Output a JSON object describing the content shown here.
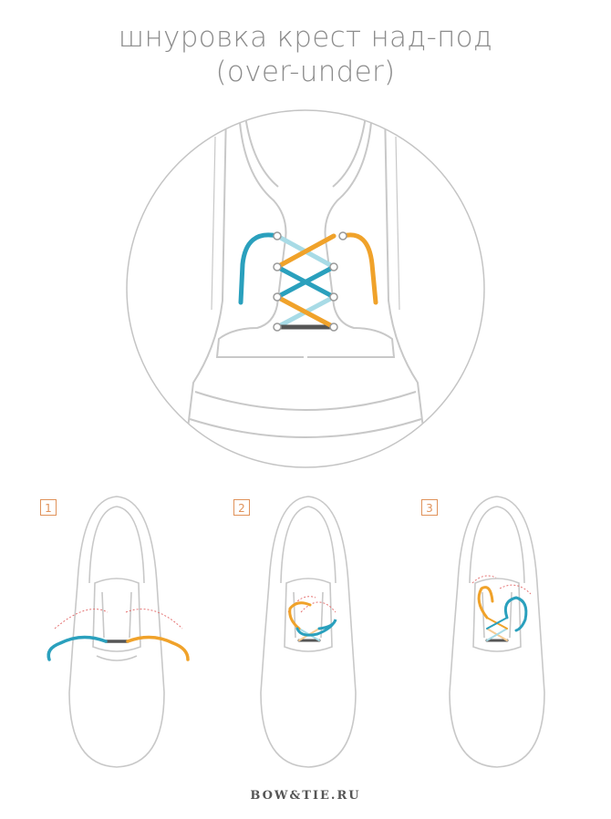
{
  "title": {
    "line1": "шнуровка крест над-под",
    "line2": "(over-under)"
  },
  "steps": [
    {
      "number": "1"
    },
    {
      "number": "2"
    },
    {
      "number": "3"
    }
  ],
  "footer": {
    "brand": "BOW&TIE.RU"
  },
  "colors": {
    "blue": "#2aa0bd",
    "blue_light": "#a8dbe6",
    "orange": "#f0a22a",
    "orange_light": "#f7cc93",
    "dark": "#555555",
    "outline": "#c8c8c8",
    "badge": "#e0925a"
  }
}
